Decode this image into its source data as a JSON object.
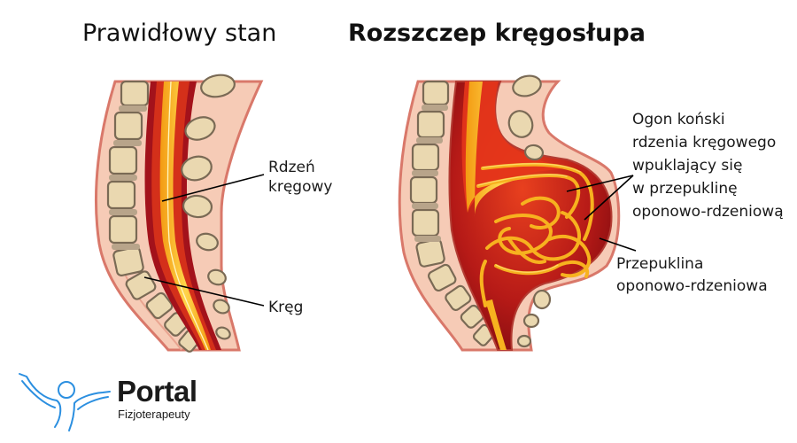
{
  "titles": {
    "normal": "Prawidłowy stan",
    "spina_bifida": "Rozszczep kręgosłupa"
  },
  "labels": {
    "spinal_cord": {
      "line1": "Rdzeń",
      "line2": "kręgowy"
    },
    "vertebra": "Kręg",
    "cauda_equina": {
      "line1": "Ogon koński",
      "line2": "rdzenia kręgowego",
      "line3": "wpuklający się",
      "line4": "w przepuklinę",
      "line5": "oponowo-rdzeniową"
    },
    "meningomyelocele": {
      "line1": "Przepuklina",
      "line2": "oponowo-rdzeniowa"
    }
  },
  "logo": {
    "title": "Portal",
    "subtitle": "Fizjoterapeuty",
    "icon": "person-arms-raised-icon",
    "color": "#2b8fe0"
  },
  "colors": {
    "skin": "#f6cbb6",
    "skin_edge": "#d9786a",
    "bone": "#ead8b0",
    "bone_edge": "#7a6a55",
    "disc": "#b8a48a",
    "dura_dark": "#a3121b",
    "csf_red": "#e5361b",
    "nerve": "#f7b21f",
    "nerve_light": "#ffe27a",
    "sac_dark": "#7e0b10"
  }
}
